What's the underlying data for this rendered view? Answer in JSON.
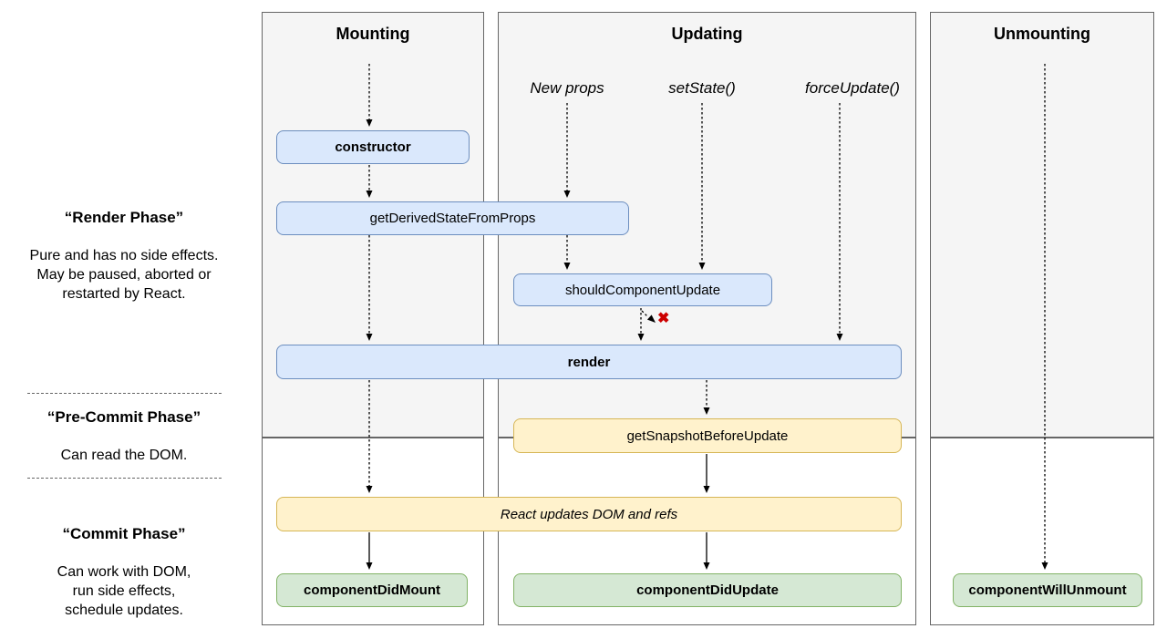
{
  "sidebar": {
    "sections": [
      {
        "title": "“Render Phase”",
        "description": "Pure and has no side effects.\nMay be paused, aborted or\nrestarted by React."
      },
      {
        "title": "“Pre-Commit Phase”",
        "description": "Can read the DOM."
      },
      {
        "title": "“Commit Phase”",
        "description": "Can work with DOM,\nrun side effects,\nschedule updates."
      }
    ]
  },
  "columns": {
    "mounting": {
      "title": "Mounting"
    },
    "updating": {
      "title": "Updating",
      "triggers": {
        "new_props": "New props",
        "set_state": "setState()",
        "force_update": "forceUpdate()"
      }
    },
    "unmounting": {
      "title": "Unmounting"
    }
  },
  "lifecycle": {
    "constructor": "constructor",
    "get_derived_state_from_props": "getDerivedStateFromProps",
    "should_component_update": "shouldComponentUpdate",
    "render": "render",
    "get_snapshot_before_update": "getSnapshotBeforeUpdate",
    "react_updates_dom": "React updates DOM and refs",
    "component_did_mount": "componentDidMount",
    "component_did_update": "componentDidUpdate",
    "component_will_unmount": "componentWillUnmount"
  },
  "icons": {
    "skip_x": "✖"
  },
  "colors": {
    "render_phase_bg": "#f5f5f5",
    "commit_phase_bg": "#ffffff",
    "column_border": "#666666",
    "blue_fill": "#dae8fc",
    "blue_stroke": "#6c8ebf",
    "yellow_fill": "#fff2cc",
    "yellow_stroke": "#d6b656",
    "green_fill": "#d5e8d4",
    "green_stroke": "#82b366",
    "skip_x_red": "#cc0000"
  }
}
